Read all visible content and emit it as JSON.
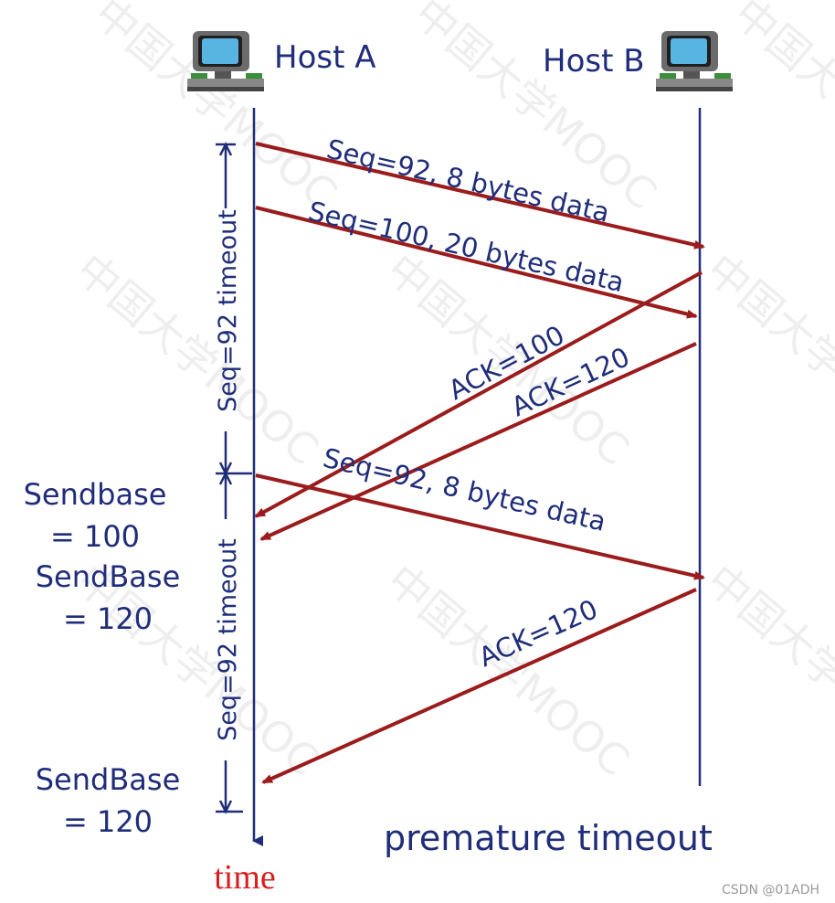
{
  "hosts": {
    "a_label": "Host A",
    "b_label": "Host B"
  },
  "messages": {
    "seq92_first": "Seq=92, 8 bytes data",
    "seq100": "Seq=100, 20 bytes data",
    "ack100": "ACK=100",
    "ack120_first": "ACK=120",
    "seq92_retx": "Seq=92, 8 bytes data",
    "ack120_second": "ACK=120"
  },
  "timeouts": {
    "first": "Seq=92 timeout",
    "second": "Seq=92 timeout"
  },
  "sendbase": {
    "first_line1": "Sendbase",
    "first_line2": "= 100",
    "second_line1": "SendBase",
    "second_line2": "= 120",
    "third_line1": "SendBase",
    "third_line2": "= 120"
  },
  "caption": "premature timeout",
  "time_label": "time",
  "credit": "CSDN @01ADH",
  "watermark": "中国大学MOOC",
  "colors": {
    "arrow": "#9b1c1c",
    "text": "#1f2d7a",
    "timeline": "#1f2d7a",
    "time_label": "#d81e1e"
  }
}
